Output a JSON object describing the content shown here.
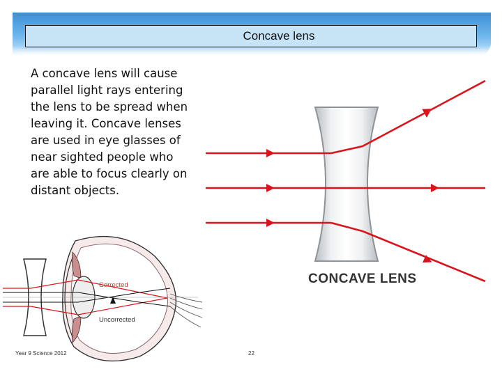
{
  "slide": {
    "title": "Concave lens",
    "body": "A concave lens will cause parallel light rays entering the lens to be spread when leaving it. Concave lenses are used in eye glasses of near sighted people who are able to focus clearly on distant objects.",
    "lens_diagram_label": "CONCAVE LENS",
    "eye_diagram": {
      "corrected_label": "Corrected",
      "uncorrected_label": "Uncorrected"
    },
    "footer": {
      "left": "Year 9 Science 2012",
      "page_number": "22"
    },
    "colors": {
      "title_fill": "#c7e4f7",
      "band": "#3b8fd6",
      "ray": "#d9141b",
      "lens_glass": "#d4d8dc"
    }
  }
}
